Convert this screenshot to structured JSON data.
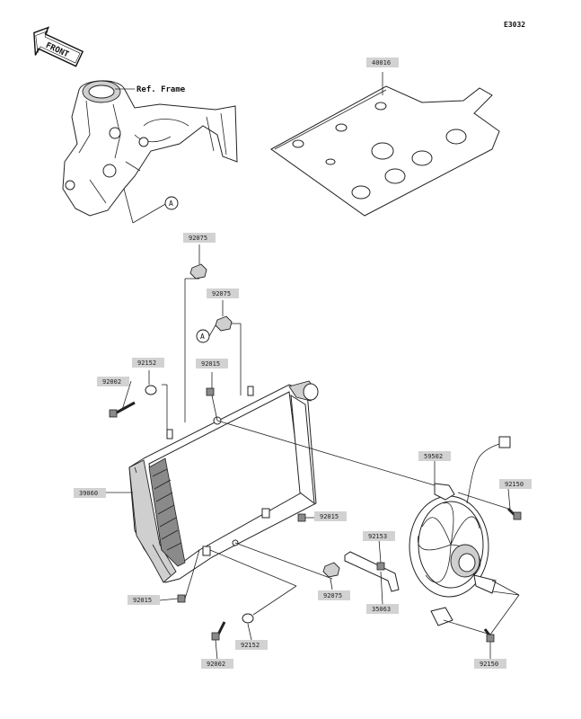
{
  "diagram_code": "E3032",
  "front_label": "FRONT",
  "ref_frame_label": "Ref. Frame",
  "callout_letter": "A",
  "part_labels": {
    "p40016": "40016",
    "p92075_top": "92075",
    "p92075_mid": "92075",
    "p92152_top": "92152",
    "p92002_top": "92002",
    "p92015_top": "92015",
    "p59502": "59502",
    "p39060": "39060",
    "p92150_top": "92150",
    "p92015_mid": "92015",
    "p92153": "92153",
    "p92015_bot": "92015",
    "p92075_bot": "92075",
    "p35063": "35063",
    "p92152_bot": "92152",
    "p92002_bot": "92002",
    "p92150_bot": "92150"
  }
}
